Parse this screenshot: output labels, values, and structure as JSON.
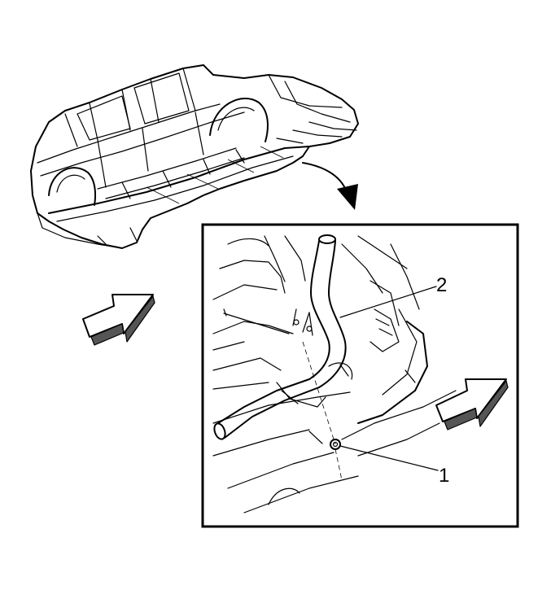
{
  "callouts": [
    {
      "id": "1",
      "label": "1"
    },
    {
      "id": "2",
      "label": "2"
    }
  ],
  "colors": {
    "line": "#000000",
    "background": "#ffffff",
    "arrow_shade": "#555555"
  }
}
